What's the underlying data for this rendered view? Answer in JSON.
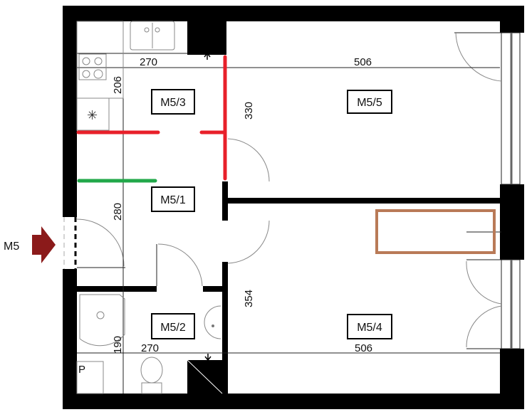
{
  "plan": {
    "entrance_label": "M5",
    "rooms": [
      {
        "id": "M5/3"
      },
      {
        "id": "M5/5"
      },
      {
        "id": "M5/1"
      },
      {
        "id": "M5/2"
      },
      {
        "id": "M5/4"
      }
    ],
    "dimensions": {
      "top_left_width": "270",
      "top_right_width": "506",
      "kitchen_height": "206",
      "room5_height": "330",
      "hall_height": "280",
      "room4_height": "354",
      "bath_height": "190",
      "bottom_left_width": "270",
      "bottom_right_width": "506"
    },
    "fixture_label": "P",
    "colors": {
      "wall": "#000000",
      "red_marker": "#e8202a",
      "green_marker": "#22a84a",
      "orange_box": "#b97a57",
      "entrance_arrow": "#8b1a1a"
    }
  }
}
